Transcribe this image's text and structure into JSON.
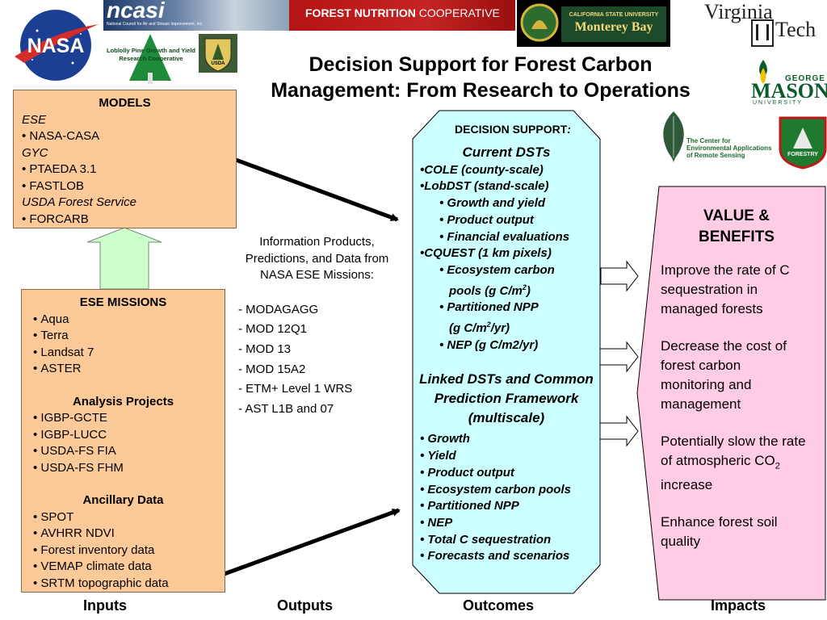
{
  "title": {
    "line1": "Decision Support for Forest Carbon",
    "line2": "Management: From Research to Operations"
  },
  "logos": {
    "nasa": "NASA",
    "ncasi": "ncasi",
    "ncasi_sub": "National Council for Air and Stream Improvement, Inc.",
    "forest_nutrition": "FOREST NUTRITION",
    "forest_nutrition_2": "COOPERATIVE",
    "csumb_line1": "CALIFORNIA STATE UNIVERSITY",
    "csumb_line2": "Monterey Bay",
    "virginia": "Virginia",
    "tech": "Tech",
    "loblolly": "Loblolly Pine Growth and Yield Research Cooperative",
    "usfs": "USDA",
    "george": "GEORGE",
    "mason": "MASON",
    "university": "UNIVERSITY",
    "ceaRS": "The Center for Environmental Applications of Remote Sensing",
    "va_forestry": "FORESTRY"
  },
  "models": {
    "heading": "MODELS",
    "groups": [
      {
        "label": "ESE",
        "items": [
          "NASA-CASA"
        ]
      },
      {
        "label": "GYC",
        "items": [
          "PTAEDA 3.1",
          "FASTLOB"
        ]
      },
      {
        "label": "USDA Forest Service",
        "items": [
          "FORCARB"
        ]
      }
    ]
  },
  "missions": {
    "heading": "ESE MISSIONS",
    "items": [
      "Aqua",
      "Terra",
      "Landsat 7",
      "ASTER"
    ],
    "analysis_heading": "Analysis Projects",
    "analysis_items": [
      "IGBP-GCTE",
      "IGBP-LUCC",
      "USDA-FS FIA",
      "USDA-FS FHM"
    ],
    "ancillary_heading": "Ancillary Data",
    "ancillary_items": [
      "SPOT",
      "AVHRR NDVI",
      "Forest inventory data",
      "VEMAP climate data",
      "SRTM topographic data"
    ]
  },
  "outputs": {
    "intro": "Information Products, Predictions, and Data from NASA ESE Missions:",
    "products": [
      "- MODAGAGG",
      "- MOD 12Q1",
      "- MOD 13",
      "- MOD 15A2",
      "- ETM+ Level 1 WRS",
      "- AST L1B and 07"
    ]
  },
  "decision_support": {
    "caption": "DECISION SUPPORT",
    "caption_colon": ":",
    "current_heading": "Current DSTs",
    "cole": "COLE (county-scale)",
    "lobdst": "LobDST (stand-scale)",
    "lobdst_items": [
      "Growth and yield",
      "Product output",
      "Financial evaluations"
    ],
    "cquest": "CQUEST (1 km pixels)",
    "cquest_item1_a": "Ecosystem carbon",
    "cquest_item1_b": "pools (g C/m",
    "cquest_item1_sup": "2",
    "cquest_item1_end": ")",
    "cquest_item2_a": "Partitioned NPP",
    "cquest_item2_b": "(g C/m",
    "cquest_item2_sup": "2",
    "cquest_item2_end": "/yr)",
    "cquest_item3": "NEP (g C/m2/yr)",
    "linked_heading": "Linked DSTs and Common Prediction Framework (multiscale)",
    "linked_items": [
      "Growth",
      "Yield",
      "Product output",
      "Ecosystem carbon pools",
      "Partitioned NPP",
      "NEP",
      "Total C sequestration",
      "Forecasts and scenarios"
    ]
  },
  "value_benefits": {
    "heading": "VALUE & BENEFITS",
    "b1": "Improve the rate of C sequestration in managed forests",
    "b2": "Decrease the cost of forest carbon monitoring and management",
    "b3_pre": "Potentially slow the rate of atmospheric CO",
    "b3_sub": "2",
    "b3_post": " increase",
    "b4": "Enhance forest soil quality"
  },
  "footer": {
    "inputs": "Inputs",
    "outputs": "Outputs",
    "outcomes": "Outcomes",
    "impacts": "Impacts"
  },
  "colors": {
    "orange_box": "#fcc999",
    "cyan_box": "#ccffff",
    "pink_box": "#ffcce5",
    "up_arrow": "#ccffcc"
  }
}
